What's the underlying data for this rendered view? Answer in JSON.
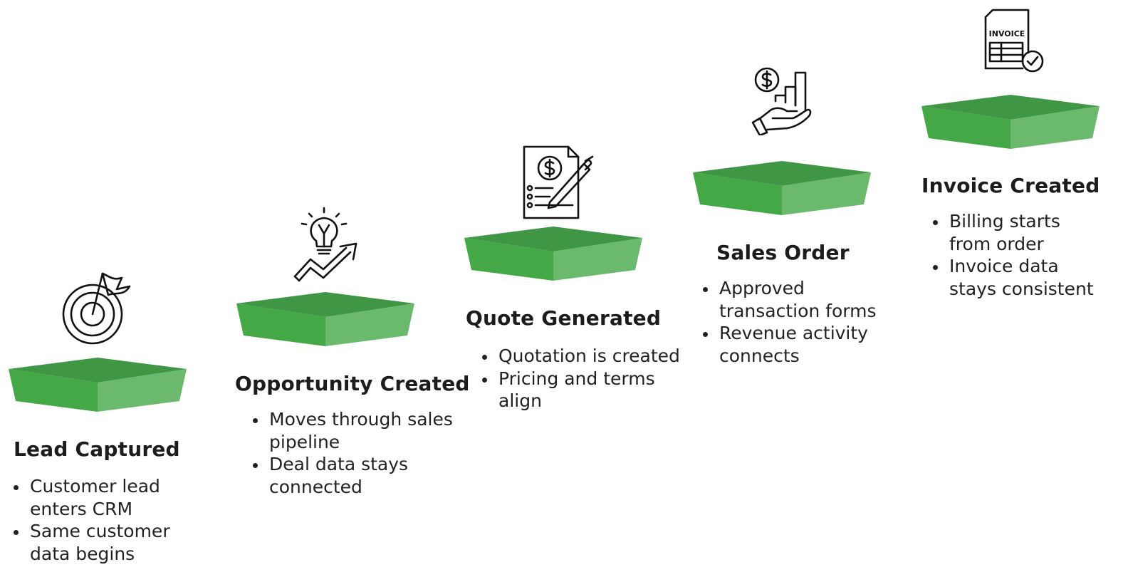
{
  "steps": [
    {
      "icon": "target-flag-icon",
      "title": "Lead Captured",
      "bullets": [
        "Customer lead enters CRM",
        "Same customer data begins"
      ]
    },
    {
      "icon": "lightbulb-growth-icon",
      "title": "Opportunity Created",
      "bullets": [
        "Moves through sales pipeline",
        "Deal data stays connected"
      ]
    },
    {
      "icon": "quote-document-pen-icon",
      "title": "Quote Generated",
      "bullets": [
        "Quotation is created",
        "Pricing and terms align"
      ]
    },
    {
      "icon": "hand-revenue-chart-icon",
      "title": "Sales Order",
      "bullets": [
        "Approved transaction forms",
        "Revenue activity connects"
      ]
    },
    {
      "icon": "invoice-check-icon",
      "title": "Invoice Created",
      "icon_label": "INVOICE",
      "bullets": [
        "Billing starts from order",
        "Invoice data stays consistent"
      ]
    }
  ],
  "colors": {
    "platform_top": "#3f9644",
    "platform_front_left": "#43a845",
    "platform_front_right": "#6bb96c",
    "text": "#1c1c1c"
  }
}
